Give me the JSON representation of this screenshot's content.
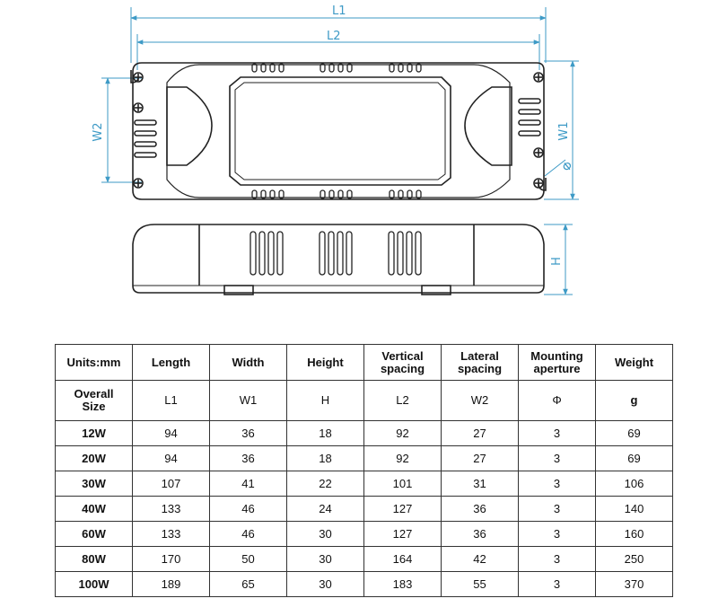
{
  "drawing": {
    "labels": {
      "l1": "L1",
      "l2": "L2",
      "w1": "W1",
      "w2": "W2",
      "h": "H",
      "phi": "Φ"
    }
  },
  "table": {
    "units": "Units:mm",
    "overall_size": [
      "Overall",
      "Size"
    ],
    "headers": [
      {
        "title": [
          "Length"
        ],
        "symbol": "L1"
      },
      {
        "title": [
          "Width"
        ],
        "symbol": "W1"
      },
      {
        "title": [
          "Height"
        ],
        "symbol": "H"
      },
      {
        "title": [
          "Vertical",
          "spacing"
        ],
        "symbol": "L2"
      },
      {
        "title": [
          "Lateral",
          "spacing"
        ],
        "symbol": "W2"
      },
      {
        "title": [
          "Mounting",
          "aperture"
        ],
        "symbol": "Φ"
      },
      {
        "title": [
          "Weight"
        ],
        "symbol": "g"
      }
    ],
    "rows": [
      {
        "size": "12W",
        "values": [
          "94",
          "36",
          "18",
          "92",
          "27",
          "3",
          "69"
        ]
      },
      {
        "size": "20W",
        "values": [
          "94",
          "36",
          "18",
          "92",
          "27",
          "3",
          "69"
        ]
      },
      {
        "size": "30W",
        "values": [
          "107",
          "41",
          "22",
          "101",
          "31",
          "3",
          "106"
        ]
      },
      {
        "size": "40W",
        "values": [
          "133",
          "46",
          "24",
          "127",
          "36",
          "3",
          "140"
        ]
      },
      {
        "size": "60W",
        "values": [
          "133",
          "46",
          "30",
          "127",
          "36",
          "3",
          "160"
        ]
      },
      {
        "size": "80W",
        "values": [
          "170",
          "50",
          "30",
          "164",
          "42",
          "3",
          "250"
        ]
      },
      {
        "size": "100W",
        "values": [
          "189",
          "65",
          "30",
          "183",
          "55",
          "3",
          "370"
        ]
      }
    ]
  }
}
